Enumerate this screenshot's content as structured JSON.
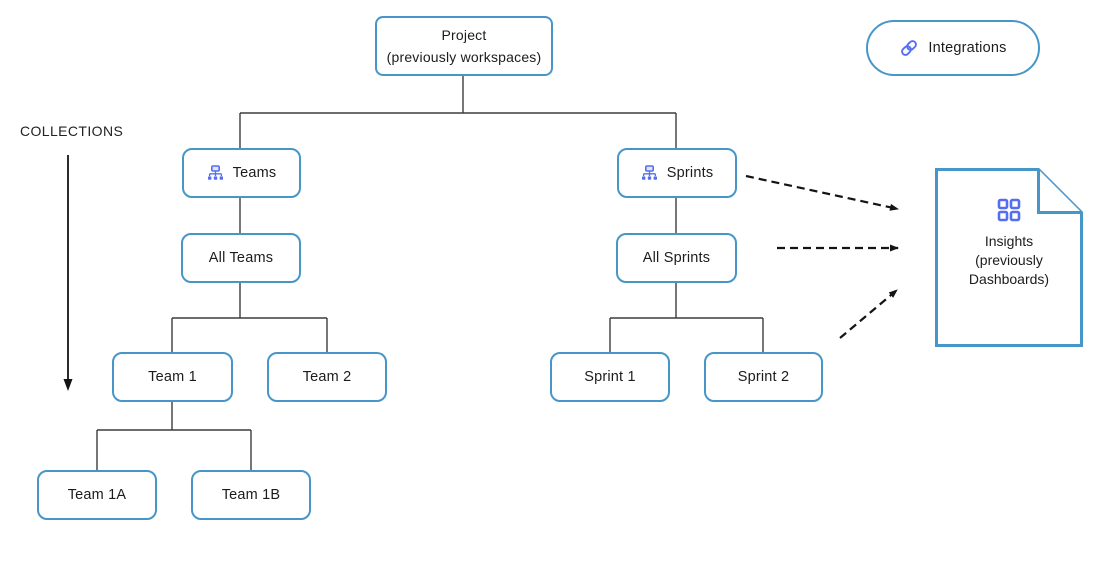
{
  "labels": {
    "collections": "COLLECTIONS"
  },
  "nodes": {
    "project": {
      "label": "Project",
      "sublabel": "(previously workspaces)"
    },
    "integrations": {
      "label": "Integrations"
    },
    "teams": {
      "label": "Teams"
    },
    "sprints": {
      "label": "Sprints"
    },
    "all_teams": {
      "label": "All Teams"
    },
    "all_sprints": {
      "label": "All Sprints"
    },
    "team_1": {
      "label": "Team 1"
    },
    "team_2": {
      "label": "Team 2"
    },
    "sprint_1": {
      "label": "Sprint 1"
    },
    "sprint_2": {
      "label": "Sprint 2"
    },
    "team_1a": {
      "label": "Team 1A"
    },
    "team_1b": {
      "label": "Team 1B"
    },
    "insights": {
      "label": "Insights",
      "sublabel": "(previously Dashboards)"
    }
  },
  "icons": {
    "integrations": "link-icon",
    "teams": "org-chart-icon",
    "sprints": "org-chart-icon",
    "insights": "dashboard-grid-icon",
    "collections": "down-arrow-icon"
  },
  "colors": {
    "node_border": "#4796c8",
    "icon_accent": "#556ef0",
    "icon_accent_light": "#aab8f7",
    "connector": "#3d3d3d",
    "dashed_arrow": "#141414",
    "text": "#1c1c1e"
  }
}
